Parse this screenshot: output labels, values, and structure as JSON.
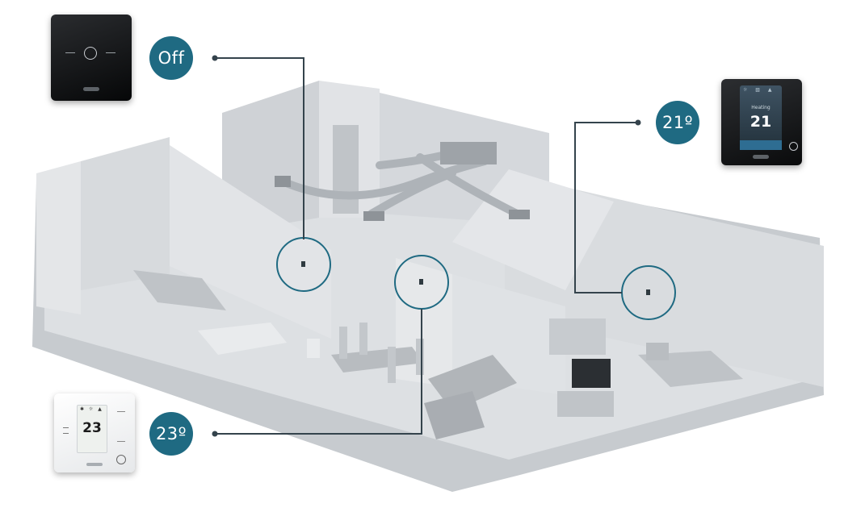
{
  "colors": {
    "badge": "#1f6a82",
    "line": "#34434c",
    "wall": "#d3d7db",
    "floor": "#c4c8cc",
    "duct": "#b5b9bd"
  },
  "zones": [
    {
      "label": "Off",
      "thermostat": "black-minimal-thermostat",
      "screen": {
        "brand": ""
      }
    },
    {
      "label": "21º",
      "thermostat": "black-color-screen-thermostat",
      "screen": {
        "mode": "Heating",
        "temp": "21",
        "brand": ""
      }
    },
    {
      "label": "23º",
      "thermostat": "white-lcd-thermostat",
      "screen": {
        "temp": "23",
        "brand": ""
      }
    }
  ]
}
